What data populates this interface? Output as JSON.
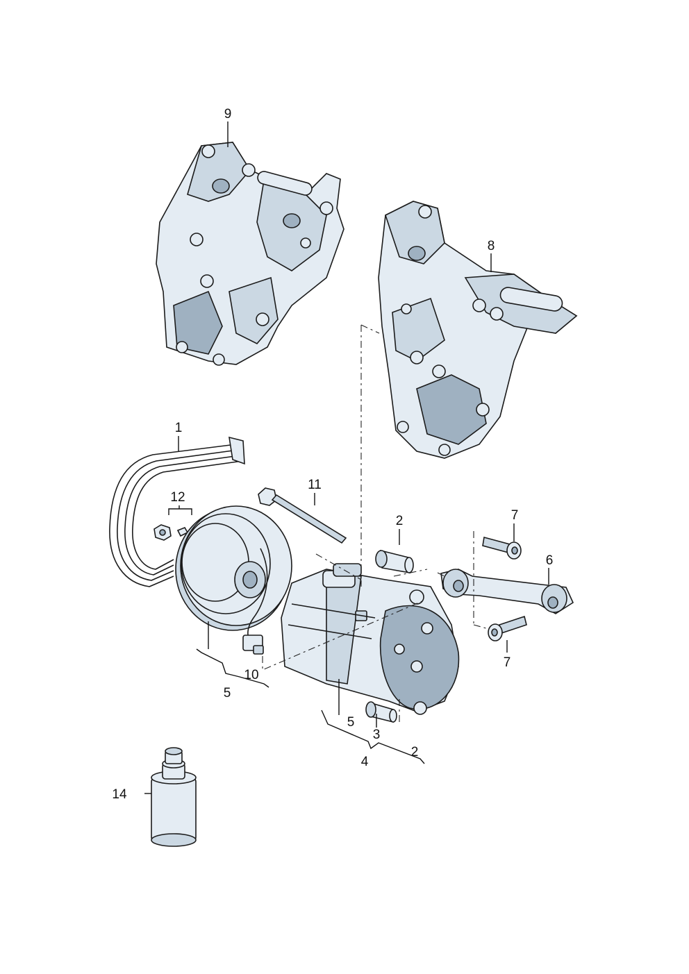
{
  "diagram": {
    "callouts": [
      {
        "id": "c9",
        "text": "9"
      },
      {
        "id": "c8",
        "text": "8"
      },
      {
        "id": "c1",
        "text": "1"
      },
      {
        "id": "c11",
        "text": "11"
      },
      {
        "id": "c12",
        "text": "12"
      },
      {
        "id": "c2a",
        "text": "2"
      },
      {
        "id": "c7a",
        "text": "7"
      },
      {
        "id": "c6",
        "text": "6"
      },
      {
        "id": "c7b",
        "text": "7"
      },
      {
        "id": "c10",
        "text": "10"
      },
      {
        "id": "c5a",
        "text": "5"
      },
      {
        "id": "c5b",
        "text": "5"
      },
      {
        "id": "c3",
        "text": "3"
      },
      {
        "id": "c4",
        "text": "4"
      },
      {
        "id": "c2b",
        "text": "2"
      },
      {
        "id": "c14",
        "text": "14"
      }
    ]
  }
}
